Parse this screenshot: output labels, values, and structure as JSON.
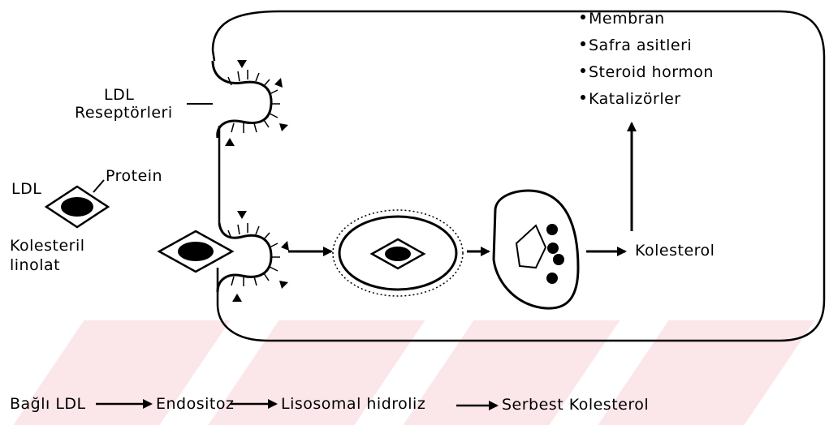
{
  "labels": {
    "ldl_receptors_line1": "LDL",
    "ldl_receptors_line2": "Reseptörleri",
    "ldl": "LDL",
    "protein": "Protein",
    "cholesteryl_line1": "Kolesteril",
    "cholesteryl_line2": "linolat",
    "cholesterol": "Kolesterol"
  },
  "uses": [
    "Membran",
    "Safra asitleri",
    "Steroid hormon",
    "Katalizörler"
  ],
  "pathway": {
    "step1": "Bağlı LDL",
    "step2": "Endositoz",
    "step3": "Lisosomal hidroliz",
    "step4": "Serbest Kolesterol"
  },
  "colors": {
    "ink": "#000000",
    "watermark": "#fbe6ea"
  }
}
